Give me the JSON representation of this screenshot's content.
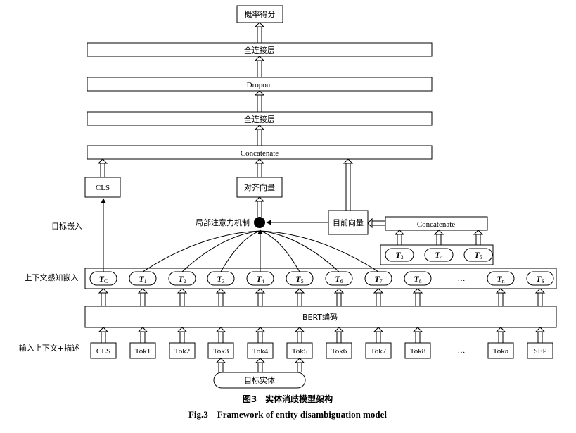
{
  "top": {
    "prob": "概率得分",
    "fc_top": "全连接层",
    "dropout": "Dropout",
    "fc_mid": "全连接层",
    "concat": "Concatenate"
  },
  "middle": {
    "cls": "CLS",
    "align": "对齐向量",
    "local_attn": "局部注意力机制",
    "target_vec": "目前向量",
    "concat2": "Concatenate",
    "target_tokens": [
      {
        "main": "T",
        "sub": "3"
      },
      {
        "main": "T",
        "sub": "4"
      },
      {
        "main": "T",
        "sub": "5"
      }
    ]
  },
  "side_labels": {
    "target_embed": "目标嵌入",
    "context_embed": "上下文感知嵌入",
    "input": "输入上下文+描述"
  },
  "ctx_tokens": [
    {
      "main": "T",
      "sub": "C"
    },
    {
      "main": "T",
      "sub": "1"
    },
    {
      "main": "T",
      "sub": "2"
    },
    {
      "main": "T",
      "sub": "3"
    },
    {
      "main": "T",
      "sub": "4"
    },
    {
      "main": "T",
      "sub": "5"
    },
    {
      "main": "T",
      "sub": "6"
    },
    {
      "main": "T",
      "sub": "7"
    },
    {
      "main": "T",
      "sub": "8"
    },
    {
      "main": "…",
      "sub": ""
    },
    {
      "main": "T",
      "sub": "n"
    },
    {
      "main": "T",
      "sub": "S"
    }
  ],
  "bert": "BERT编码",
  "input_tokens": [
    {
      "main": "CLS",
      "ital": ""
    },
    {
      "main": "Tok1",
      "ital": ""
    },
    {
      "main": "Tok2",
      "ital": ""
    },
    {
      "main": "Tok3",
      "ital": ""
    },
    {
      "main": "Tok4",
      "ital": ""
    },
    {
      "main": "Tok5",
      "ital": ""
    },
    {
      "main": "Tok6",
      "ital": ""
    },
    {
      "main": "Tok7",
      "ital": ""
    },
    {
      "main": "Tok8",
      "ital": ""
    },
    {
      "main": "…",
      "ital": ""
    },
    {
      "main": "Tok",
      "ital": "n"
    },
    {
      "main": "SEP",
      "ital": ""
    }
  ],
  "target_entity": "目标实体",
  "caption": {
    "cn": "图3　实体消歧模型架构",
    "en": "Fig.3　Framework of entity disambiguation model"
  }
}
